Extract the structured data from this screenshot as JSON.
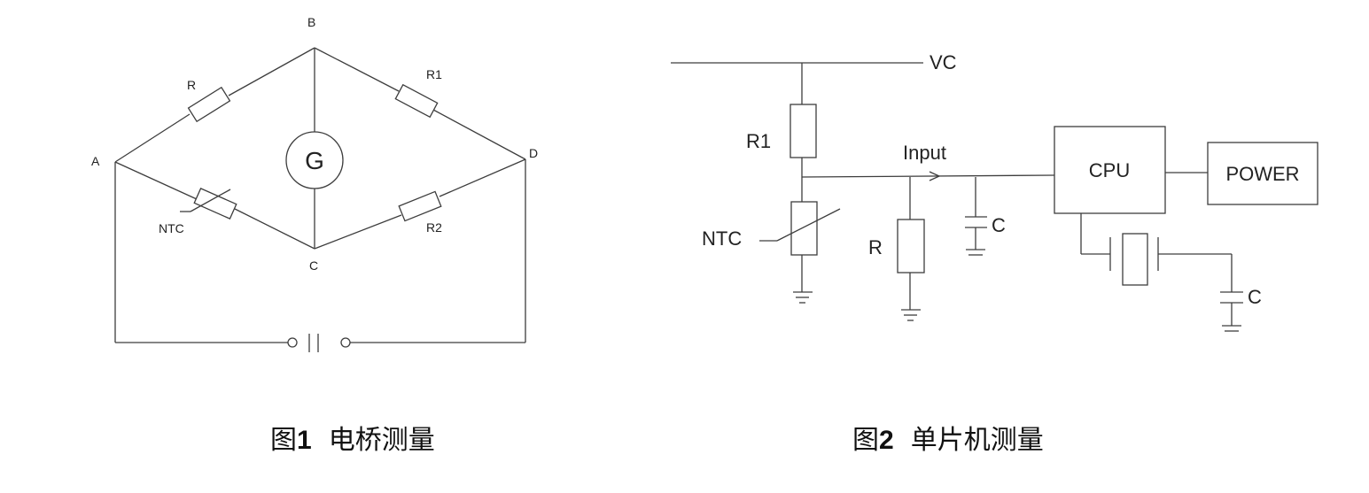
{
  "figure1": {
    "nodes": {
      "a": "A",
      "b": "B",
      "c": "C",
      "d": "D"
    },
    "labels": {
      "r": "R",
      "r1": "R1",
      "ntc": "NTC",
      "r2": "R2",
      "galvanometer": "G"
    },
    "caption": {
      "prefix": "图",
      "number": "1",
      "title": "电桥测量"
    }
  },
  "figure2": {
    "labels": {
      "vc": "VC",
      "r1": "R1",
      "input": "Input",
      "cpu": "CPU",
      "power": "POWER",
      "ntc": "NTC",
      "r": "R",
      "c_filter": "C",
      "c_crystal": "C"
    },
    "caption": {
      "prefix": "图",
      "number": "2",
      "title": "单片机测量"
    }
  }
}
